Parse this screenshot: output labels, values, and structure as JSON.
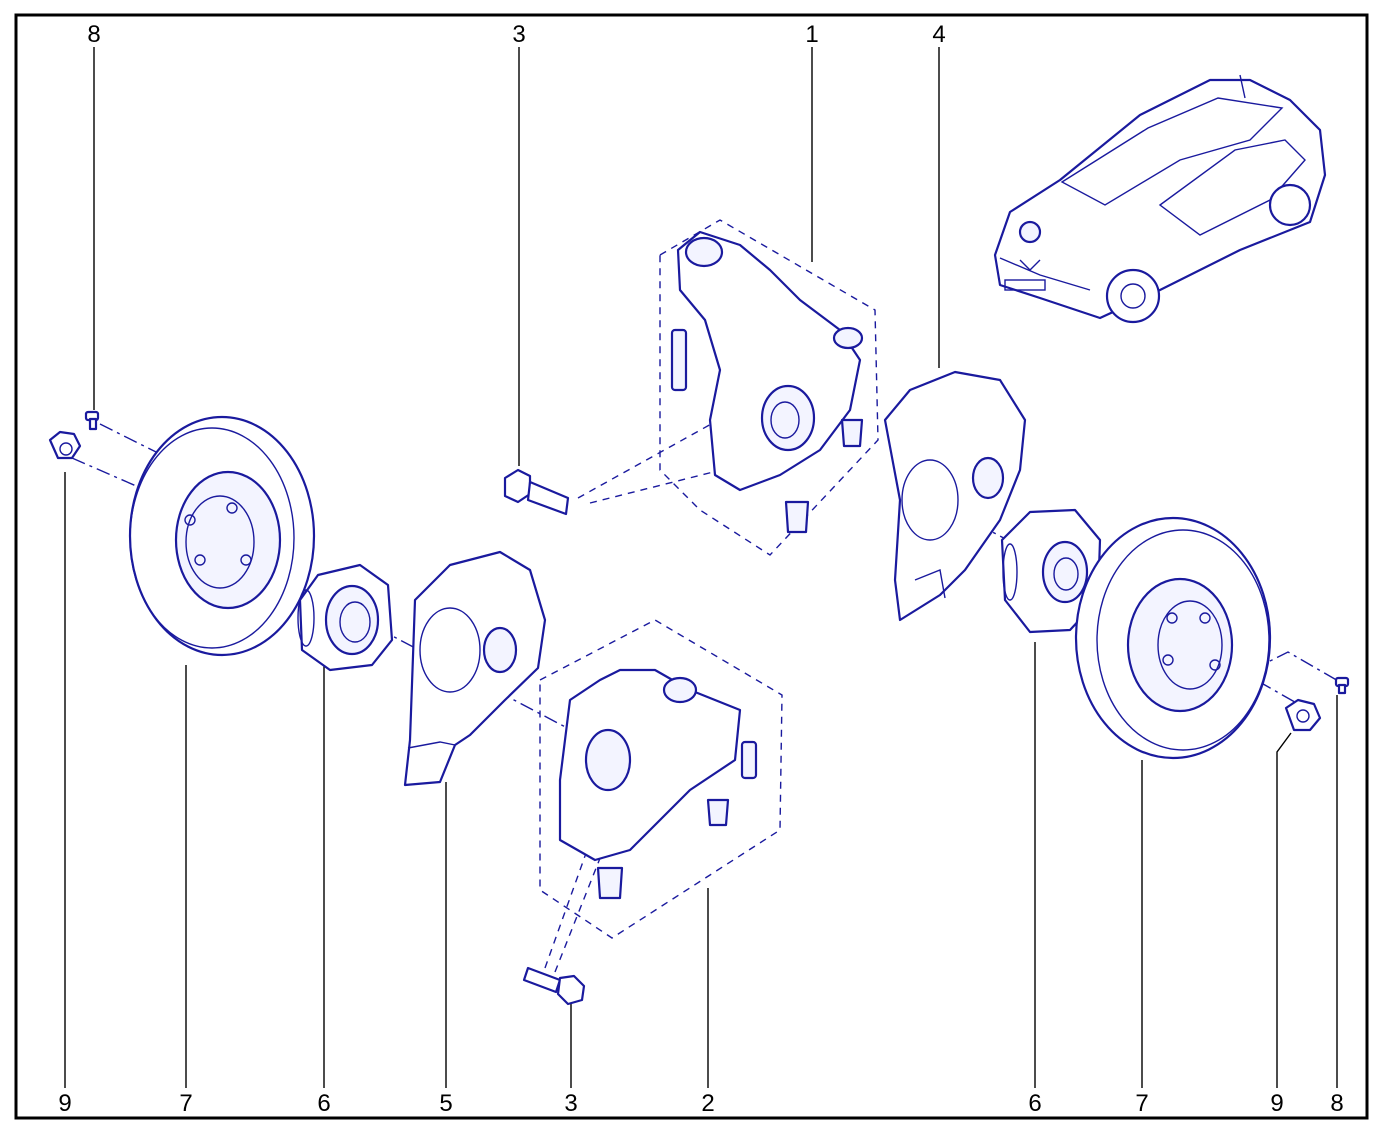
{
  "figure": {
    "type": "exploded parts diagram",
    "line_color": "#1a1a9e",
    "label_color": "#000000",
    "frame_color": "#000000"
  },
  "callouts": {
    "top": [
      "8",
      "3",
      "1",
      "4"
    ],
    "bottom": [
      "9",
      "7",
      "6",
      "5",
      "3",
      "2",
      "6",
      "7",
      "9",
      "8"
    ]
  },
  "parts": [
    {
      "number": "1",
      "icon": "steering-knuckle-icon"
    },
    {
      "number": "2",
      "icon": "steering-knuckle-icon"
    },
    {
      "number": "3",
      "icon": "bolt-icon"
    },
    {
      "number": "4",
      "icon": "brake-shield-icon"
    },
    {
      "number": "5",
      "icon": "brake-shield-icon"
    },
    {
      "number": "6",
      "icon": "wheel-hub-bearing-icon"
    },
    {
      "number": "7",
      "icon": "brake-disc-icon"
    },
    {
      "number": "8",
      "icon": "screw-icon"
    },
    {
      "number": "9",
      "icon": "hub-nut-icon"
    }
  ],
  "vehicle": {
    "icon": "car-icon"
  }
}
